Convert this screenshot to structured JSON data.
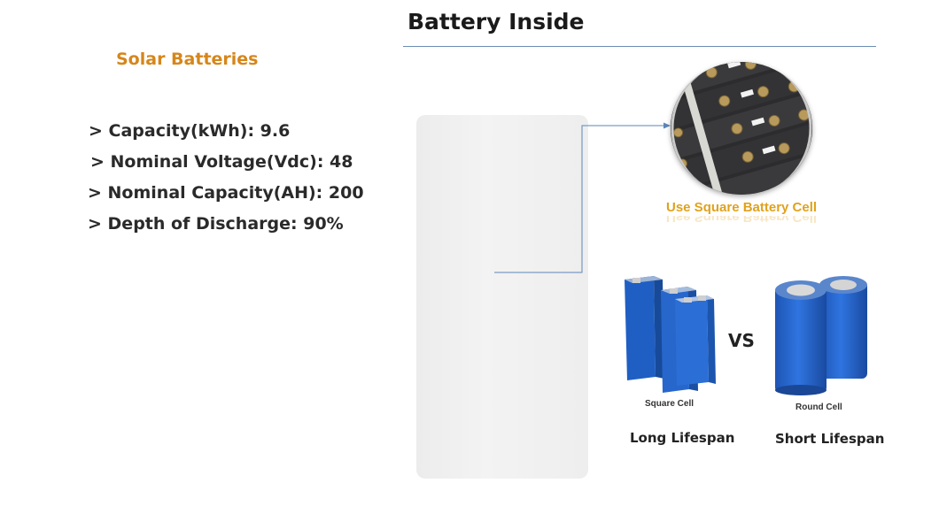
{
  "header": {
    "title": "Battery Inside"
  },
  "product": {
    "name": "Solar Batteries",
    "specs": [
      "> Capacity(kWh): 9.6",
      "> Nominal Voltage(Vdc): 48",
      "> Nominal Capacity(AH): 200",
      "> Depth of Discharge: 90%"
    ]
  },
  "inside": {
    "closeup_label": "Use Square Battery Cell",
    "vs_label": "VS",
    "square": {
      "label": "Square Cell",
      "benefit": "Long Lifespan"
    },
    "round": {
      "label": "Round Cell",
      "benefit": "Short Lifespan"
    }
  },
  "colors": {
    "subtitle": "#d6861a",
    "closeup_label": "#e0a21c",
    "cell_blue": "#1f5fc4",
    "rule": "#6b8fb3",
    "connector": "#5b86b8"
  }
}
